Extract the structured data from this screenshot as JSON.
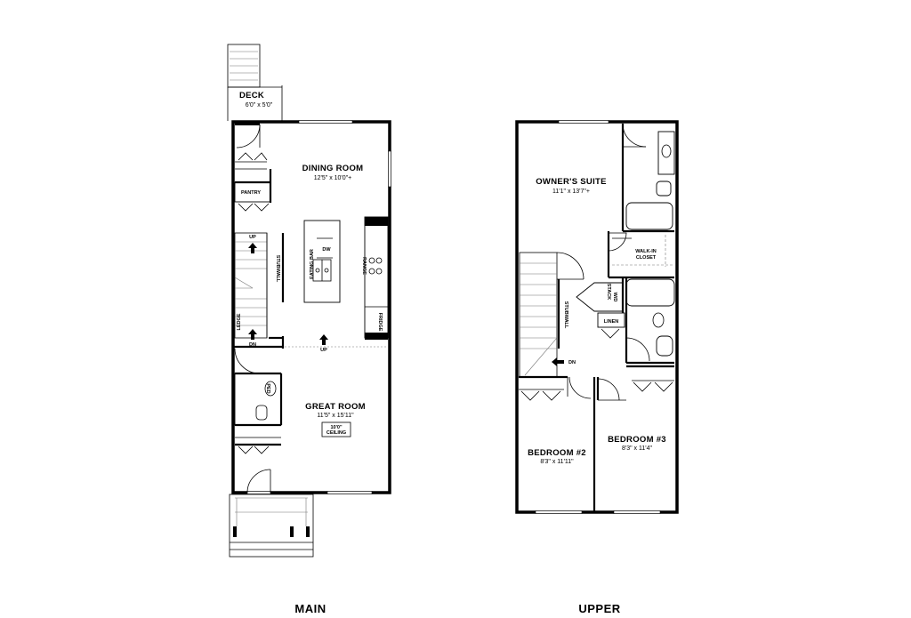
{
  "main": {
    "label": "MAIN",
    "rooms": {
      "deck": {
        "name": "DECK",
        "dims": "6'0\" x 5'0\""
      },
      "dining": {
        "name": "DINING ROOM",
        "dims": "12'5\" x 10'0\"+"
      },
      "great": {
        "name": "GREAT ROOM",
        "dims": "11'5\" x 15'11\"",
        "ceiling_1": "10'0\"",
        "ceiling_2": "CEILING"
      }
    },
    "labels": {
      "pantry": "PANTRY",
      "eating_bar": "EATING BAR",
      "dw": "DW",
      "range": "RANGE",
      "fridge": "FRIDGE",
      "stubwall": "STUBWALL",
      "ledge": "LEDGE",
      "up_top": "UP",
      "dn": "DN",
      "up_mid": "UP",
      "ped": "PED"
    }
  },
  "upper": {
    "label": "UPPER",
    "rooms": {
      "owners": {
        "name": "OWNER'S SUITE",
        "dims": "11'1\" x 13'7\"+"
      },
      "bed2": {
        "name": "BEDROOM #2",
        "dims": "8'3\" x 11'11\""
      },
      "bed3": {
        "name": "BEDROOM #3",
        "dims": "8'3\" x 11'4\""
      }
    },
    "labels": {
      "walkin_1": "WALK-IN",
      "walkin_2": "CLOSET",
      "stack_1": "STACK",
      "stack_2": "W/D",
      "linen": "LINEN",
      "stubwall": "STUBWALL",
      "dn": "DN"
    }
  }
}
